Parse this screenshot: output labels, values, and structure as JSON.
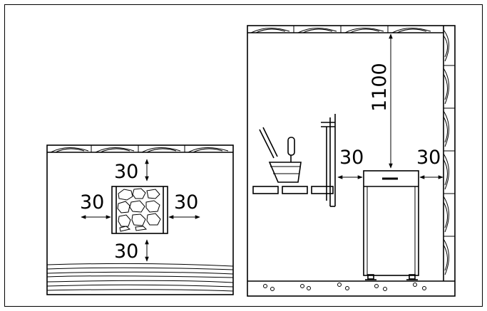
{
  "top_view": {
    "dim_top": "30",
    "dim_left": "30",
    "dim_right": "30",
    "dim_bottom": "30"
  },
  "side_view": {
    "dim_ceiling": "1100",
    "dim_left": "30",
    "dim_right": "30"
  },
  "colors": {
    "line": "#000000",
    "background": "#ffffff"
  }
}
